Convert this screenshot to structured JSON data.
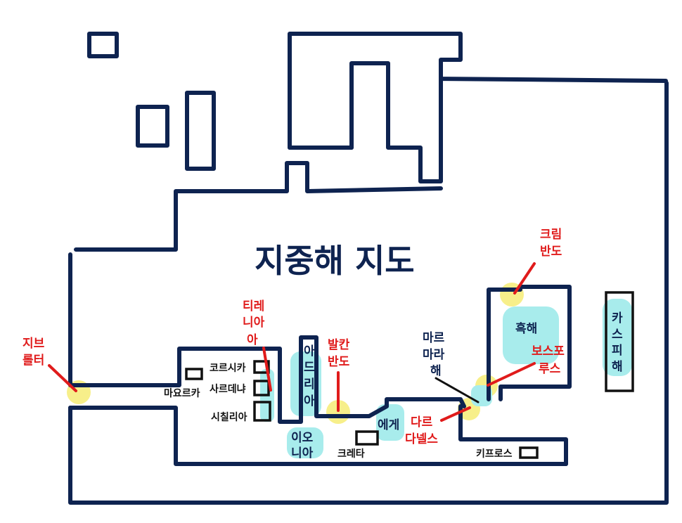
{
  "title": "지중해 지도",
  "labels": {
    "gibraltar_l1": "지브",
    "gibraltar_l2": "롤터",
    "tyrrhenian_l1": "티레",
    "tyrrhenian_l2": "니아",
    "tyrrhenian_l3": "아",
    "balkan_l1": "발칸",
    "balkan_l2": "반도",
    "crimea_l1": "크림",
    "crimea_l2": "반도",
    "bosporus_l1": "보스포",
    "bosporus_l2": "루스",
    "dardanelles_l1": "다르",
    "dardanelles_l2": "다넬스",
    "marmara_l1": "마르",
    "marmara_l2": "마라",
    "marmara_l3": "해",
    "corsica": "코르시카",
    "sardinia": "사르데냐",
    "sicily": "시칠리아",
    "mallorca": "마요르카",
    "crete": "크레타",
    "cyprus": "키프로스",
    "adriatic_1": "아",
    "adriatic_2": "드",
    "adriatic_3": "리",
    "adriatic_4": "아",
    "ionian_l1": "이오",
    "ionian_l2": "니아",
    "aegean": "에게",
    "black_sea": "흑해",
    "caspian_1": "카",
    "caspian_2": "스",
    "caspian_3": "피",
    "caspian_4": "해"
  },
  "colors": {
    "wall": "#0e2350",
    "label_red": "#e01b1b",
    "highlight_yellow": "#f7ef8a",
    "highlight_cyan": "#a8ecec"
  }
}
